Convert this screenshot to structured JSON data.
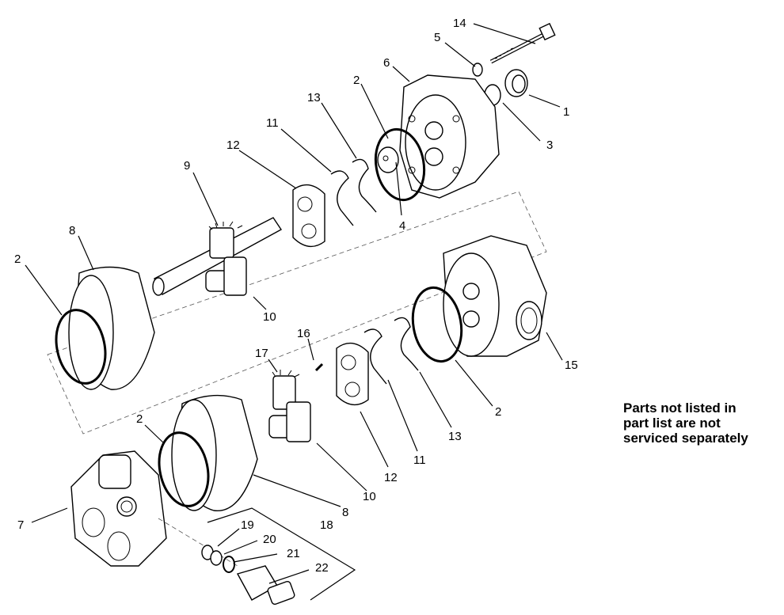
{
  "note": {
    "line1": "Parts not listed in",
    "line2": "part list are not",
    "line3": "serviced separately"
  },
  "callouts": {
    "c14": "14",
    "c5": "5",
    "c6": "6",
    "c2a": "2",
    "c13a": "13",
    "c11a": "11",
    "c12a": "12",
    "c9": "9",
    "c1": "1",
    "c3": "3",
    "c4": "4",
    "c8a": "8",
    "c2b": "2",
    "c10a": "10",
    "c16": "16",
    "c17": "17",
    "c15": "15",
    "c2c": "2",
    "c13b": "13",
    "c11b": "11",
    "c12b": "12",
    "c10b": "10",
    "c2d": "2",
    "c8b": "8",
    "c7": "7",
    "c19": "19",
    "c18": "18",
    "c20": "20",
    "c21": "21",
    "c22": "22"
  }
}
